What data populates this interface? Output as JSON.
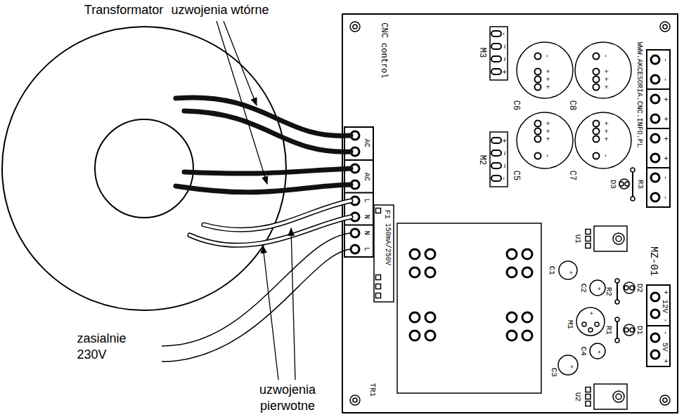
{
  "diagram": {
    "labels": [
      "Transformator",
      "uzwojenia wtórne",
      "zasialnie 230V",
      "uzwojenia pierwotne",
      "CNC control",
      "M3",
      "-",
      "~",
      "~",
      "+",
      "C6",
      "C8",
      "C5",
      "C7",
      "M2",
      "+",
      "~",
      "~",
      "-",
      "-",
      "+",
      "+",
      "+",
      "-",
      "+",
      "+",
      "+",
      "+",
      "+",
      "+",
      "-",
      "+",
      "+",
      "+",
      "-",
      "WWW.AKCESORIA.CNC.INFO.PL",
      "D3",
      "R3",
      "-",
      "-",
      "+",
      "+",
      "+",
      "+",
      "-",
      "-",
      "U1",
      "MZ-01",
      "C1",
      "+",
      "C2",
      "+",
      "R2",
      "D2",
      "M1",
      "+",
      "R1",
      "D1",
      "C4",
      "+",
      "C3",
      "+",
      "U2",
      "+",
      "12V",
      "-",
      "-",
      "5V",
      "+",
      "F1",
      "150mA/250V",
      "TR1",
      "AC",
      "AC",
      "L",
      "N",
      "N",
      "L"
    ]
  }
}
